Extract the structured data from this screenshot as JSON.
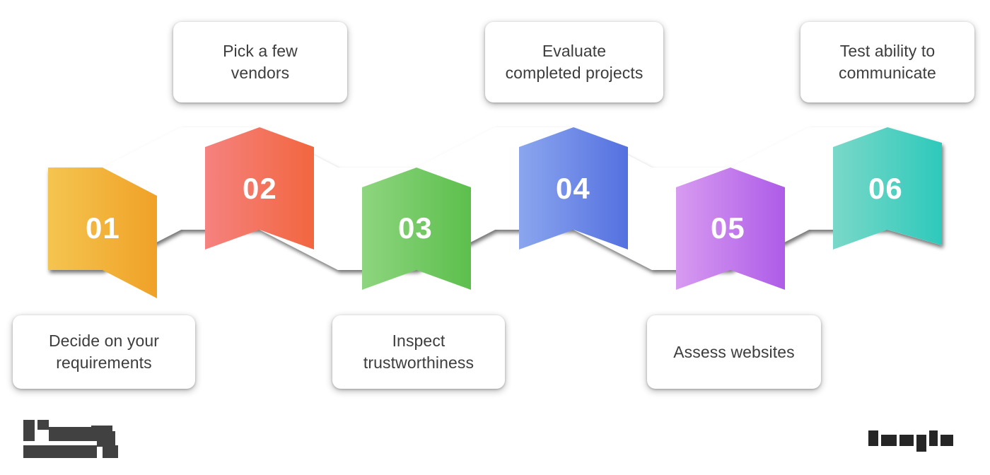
{
  "infographic": {
    "title": "Vendor selection process zigzag infographic",
    "background_color": "#ffffff",
    "text_color": "#3d3d3d",
    "number_color": "#ffffff",
    "steps": [
      {
        "number": "01",
        "label": "Decide on your\nrequirements",
        "position": "bottom",
        "color_from": "#f4c550",
        "color_to": "#f0a127",
        "accent": "#f2b23c"
      },
      {
        "number": "02",
        "label": "Pick a few\nvendors",
        "position": "top",
        "color_from": "#f5827f",
        "color_to": "#f2663f",
        "accent": "#f3745f"
      },
      {
        "number": "03",
        "label": "Inspect\ntrustworthiness",
        "position": "bottom",
        "color_from": "#8ed57f",
        "color_to": "#5cbf4c",
        "accent": "#75ca66"
      },
      {
        "number": "04",
        "label": "Evaluate\ncompleted projects",
        "position": "top",
        "color_from": "#8ba6ee",
        "color_to": "#5471e0",
        "accent": "#6f8be7"
      },
      {
        "number": "05",
        "label": "Assess  websites",
        "position": "bottom",
        "color_from": "#d79bf0",
        "color_to": "#ae5ce8",
        "accent": "#c37cec"
      },
      {
        "number": "06",
        "label": "Test ability to\ncommunicate",
        "position": "top",
        "color_from": "#7ad8c8",
        "color_to": "#2ec9bb",
        "accent": "#4fd0c1"
      }
    ],
    "footer": {
      "left_logo": "redacted-logo-block",
      "right_logo": "redacted-logo-block"
    }
  }
}
